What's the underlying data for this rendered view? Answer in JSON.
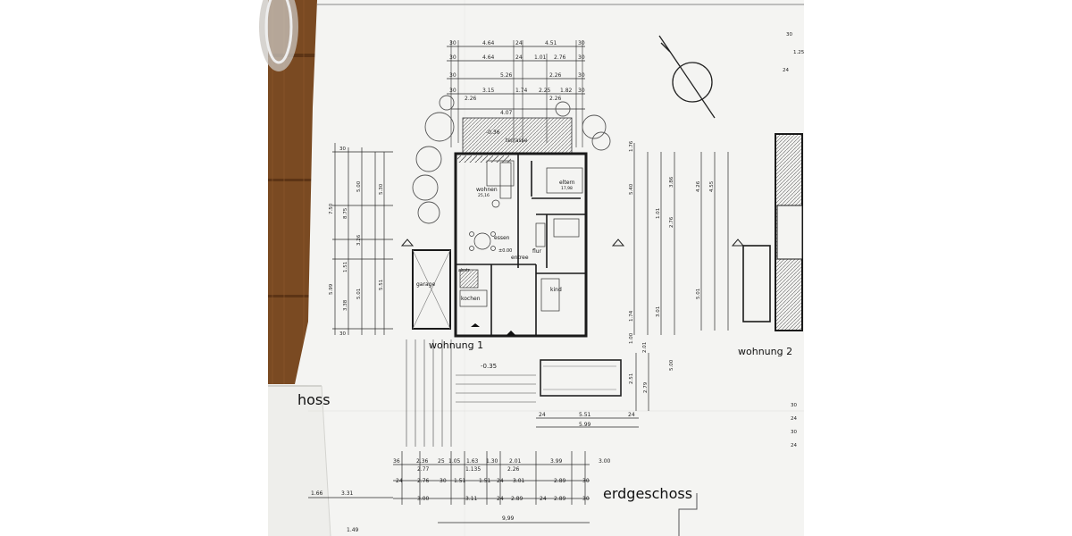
{
  "colors": {
    "background": "#ffffff",
    "wood": "#7a4a22",
    "paper": "#f4f4f2",
    "line": "#2a2a2a",
    "hatch": "#555555"
  },
  "labels": {
    "terrasse": "terrasse",
    "wohnen": "wohnen",
    "wohnen_area": "25,16",
    "eltern": "eltern",
    "eltern_area": "17,98",
    "essen": "essen",
    "flur": "flur",
    "abstr": "abstr.",
    "entree": "entree",
    "garage": "garage",
    "kochen": "kochen",
    "kind": "kind",
    "wohnung1": "wohnung 1",
    "wohnung2": "wohnung 2",
    "level_main": "±0.00",
    "level_terrace": "-0.36",
    "level_outside": "-0.35",
    "erdgeschoss": "erdgeschoss",
    "geschoss_fragment": "hoss",
    "bottom_dim": "9,99",
    "left_dim_1": "1.66",
    "left_dim_2": "3.31",
    "left_dim_3": "1.49"
  },
  "dims": {
    "top_row1": [
      "30",
      "4.64",
      "24",
      "4.51",
      "30"
    ],
    "top_row2": [
      "30",
      "4.64",
      "24",
      "1.01",
      "2.76",
      "30"
    ],
    "top_row3": [
      "30",
      "5.26",
      "2.26",
      "30"
    ],
    "top_row4": [
      "30",
      "3.15",
      "1.74",
      "2.25",
      "1.82",
      "30"
    ],
    "top_row5": [
      "2.26",
      "4.07",
      "2.26"
    ],
    "left_col": [
      "30",
      "7.50",
      "5.00",
      "5.30",
      "8.75",
      "3.26",
      "1.51",
      "5.01",
      "5.51",
      "5.99",
      "3.38",
      "30"
    ],
    "right_col": [
      "1.76",
      "5.40",
      "3.86",
      "4.26",
      "4.55",
      "1.01",
      "2.76",
      "1.74",
      "3.01",
      "2.01",
      "5.00",
      "5.01",
      "1.00"
    ],
    "right_bottom": [
      "2.51",
      "2.79"
    ],
    "bottom_row1": [
      "24",
      "5.51",
      "24"
    ],
    "bottom_row2": [
      "5.99"
    ],
    "bottom_row3": [
      "36",
      "2.36",
      "25",
      "1.05",
      "1.63",
      "1.30",
      "2.01",
      "3.99",
      "3.00"
    ],
    "bottom_row4": [
      "2.77",
      "1.135",
      "2.26"
    ],
    "bottom_row5": [
      "24",
      "2.76",
      "30",
      "1.51",
      "1.51",
      "24",
      "3.01",
      "2.89",
      "30"
    ],
    "bottom_row6": [
      "3.00",
      "3.11",
      "24",
      "2.89",
      "24",
      "2.89",
      "30"
    ],
    "far_right": [
      "30",
      "1.25",
      "24",
      "30",
      "24",
      "30",
      "24"
    ]
  }
}
